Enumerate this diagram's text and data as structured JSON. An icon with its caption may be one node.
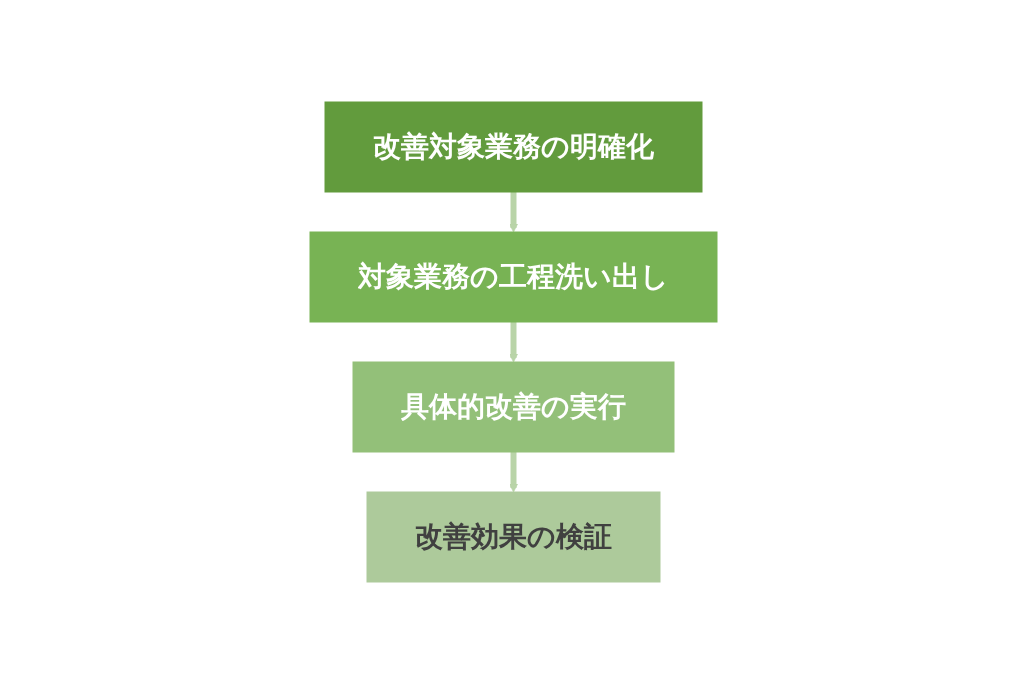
{
  "diagram": {
    "nodes": [
      {
        "text": [
          "改善対象業務の明確化"
        ]
      },
      {
        "text": [
          "対象業務の工程洗い出し"
        ]
      },
      {
        "text": [
          "具体的改善の実行"
        ]
      },
      {
        "text": [
          "改善効果の検証"
        ]
      }
    ],
    "edges": [
      {
        "from": 0,
        "to": 1,
        "arrow": "to"
      },
      {
        "from": 1,
        "to": 2,
        "arrow": "to"
      },
      {
        "from": 2,
        "to": 3,
        "arrow": "to"
      }
    ]
  }
}
